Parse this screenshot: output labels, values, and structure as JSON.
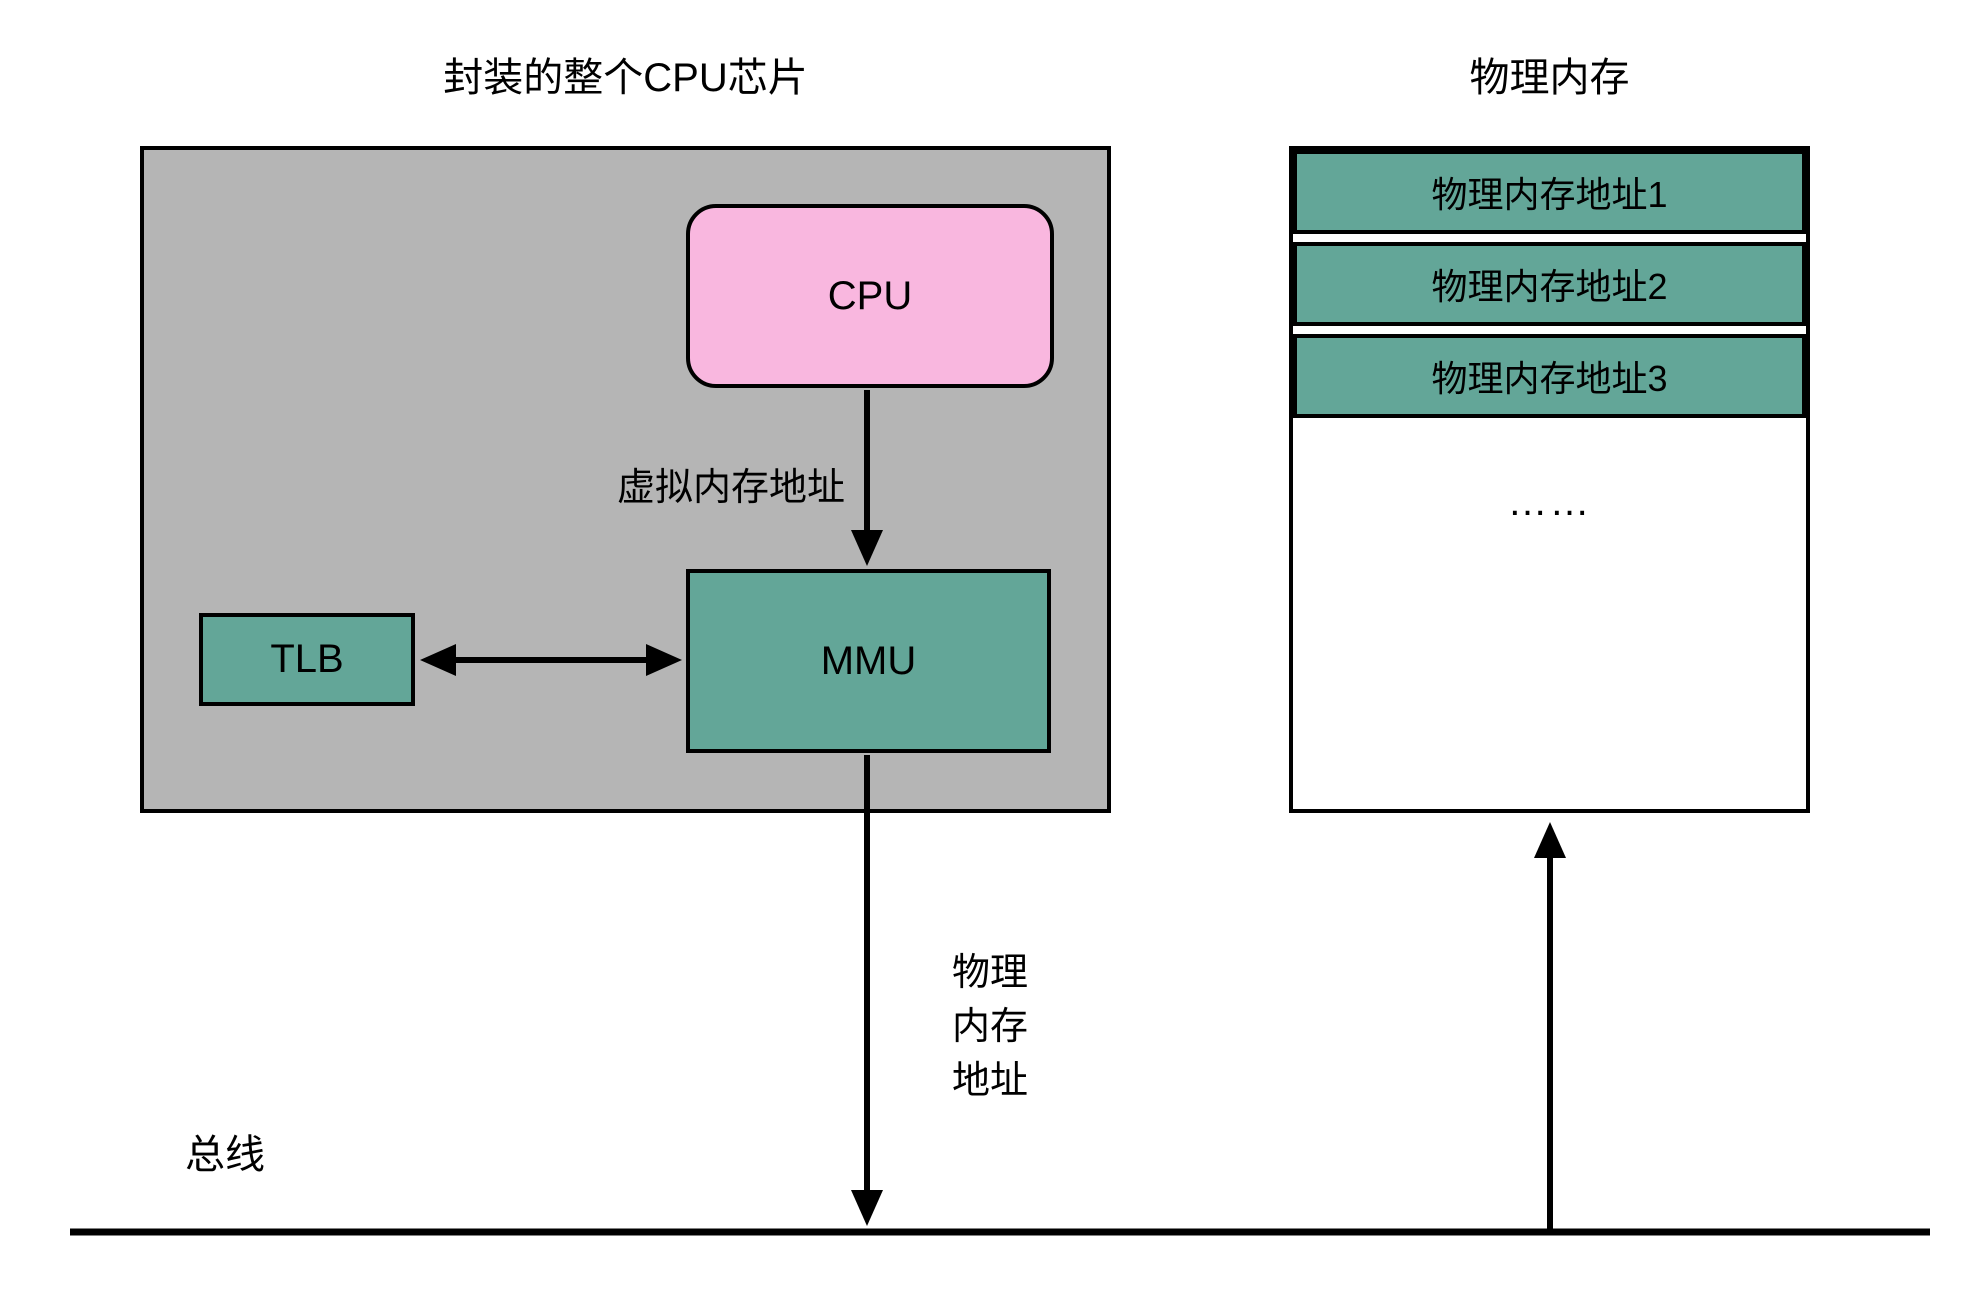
{
  "colors": {
    "chip_bg": "#b5b5b5",
    "cpu_fill": "#f9b7df",
    "teal_fill": "#63a698",
    "stroke": "#000000",
    "background": "#ffffff"
  },
  "chip": {
    "title": "封装的整个CPU芯片",
    "cpu_label": "CPU",
    "mmu_label": "MMU",
    "tlb_label": "TLB",
    "virtual_address_label": "虚拟内存地址"
  },
  "memory": {
    "title": "物理内存",
    "rows": [
      {
        "label": "物理内存地址1"
      },
      {
        "label": "物理内存地址2"
      },
      {
        "label": "物理内存地址3"
      }
    ],
    "ellipsis": "……"
  },
  "bus": {
    "label": "总线"
  },
  "physical_address_label": {
    "lines": [
      "物理",
      "内存",
      "地址"
    ]
  }
}
